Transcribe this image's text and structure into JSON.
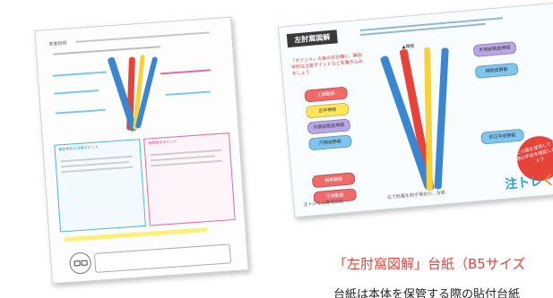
{
  "left_sheet": {
    "header_label": "患者説明",
    "box_blue_title": "解剖学的な注意ポイント",
    "box_pink_title": "穿刺時のポイント"
  },
  "right_card": {
    "title": "左肘窩図解",
    "red_note": "「ポイント」の後の空白欄に、解剖学的な注意ポイントなどを書き込みましょう",
    "arrow_label": "▲橈側",
    "pills_left": [
      "上腕動脈",
      "正中神経",
      "内側前腕皮神経",
      "尺側皮静脈",
      "橈骨動脈",
      "尺骨動脈"
    ],
    "pills_right": [
      "外側前腕皮神経",
      "橈側皮静脈",
      "肘正中皮静脈"
    ],
    "badge_text": "この図を使用して 実際の手技を確認しましょう",
    "footer_left": "注トレくん専用台紙",
    "footer_mid": "左で肘窩を刺す場合の…台紙",
    "brand_main": "注トレ",
    "brand_accent": "く"
  },
  "captions": {
    "title": "「左肘窩図解」台紙（B5サイズ",
    "subtitle": "台紙は本体を保管する際の貼付台紙"
  }
}
